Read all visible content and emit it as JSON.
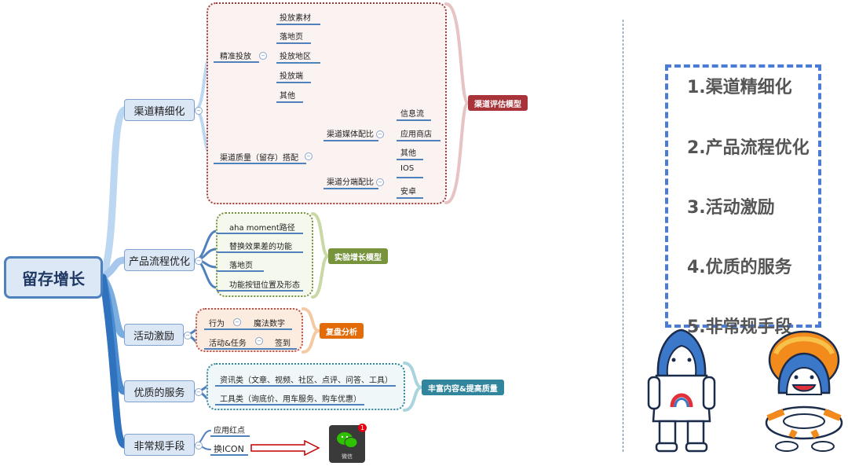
{
  "root": "留存增长",
  "branches": [
    {
      "label": "渠道精细化",
      "groups": [
        {
          "label": "精准投放",
          "items": [
            "投放素材",
            "落地页",
            "投放地区",
            "投放端",
            "其他"
          ]
        },
        {
          "label": "渠道质量（留存）搭配",
          "subgroups": [
            {
              "label": "渠道媒体配比",
              "items": [
                "信息流",
                "应用商店",
                "其他"
              ]
            },
            {
              "label": "渠道分端配比",
              "items": [
                "IOS",
                "安卓"
              ]
            }
          ]
        }
      ],
      "tag": "渠道评估模型"
    },
    {
      "label": "产品流程优化",
      "items": [
        "aha moment路径",
        "替换效果差的功能",
        "落地页",
        "功能按钮位置及形态"
      ],
      "tag": "实验增长模型"
    },
    {
      "label": "活动激励",
      "pairs": [
        [
          "行为",
          "魔法数字"
        ],
        [
          "活动&任务",
          "签到"
        ]
      ],
      "tag": "复盘分析"
    },
    {
      "label": "优质的服务",
      "items": [
        "资讯类（文章、视频、社区、点评、问答、工具）",
        "工具类（询底价、用车服务、购车优惠）"
      ],
      "tag": "丰富内容&提高质量"
    },
    {
      "label": "非常规手段",
      "items": [
        "应用红点",
        "换ICON"
      ],
      "app_label": "微信",
      "badge": "1"
    }
  ],
  "summary": [
    "1.渠道精细化",
    "2.产品流程优化",
    "3.活动激励",
    "4.优质的服务",
    "5.非常规手段"
  ],
  "colors": {
    "blue": "#4f81bd",
    "red_tag": "#a8343a",
    "green_tag": "#77933c",
    "orange_tag": "#e36c09",
    "teal_tag": "#31859c"
  },
  "icons": [
    "wechat-icon",
    "shark-mascot-astronaut",
    "shark-mascot-lifebuoy"
  ]
}
